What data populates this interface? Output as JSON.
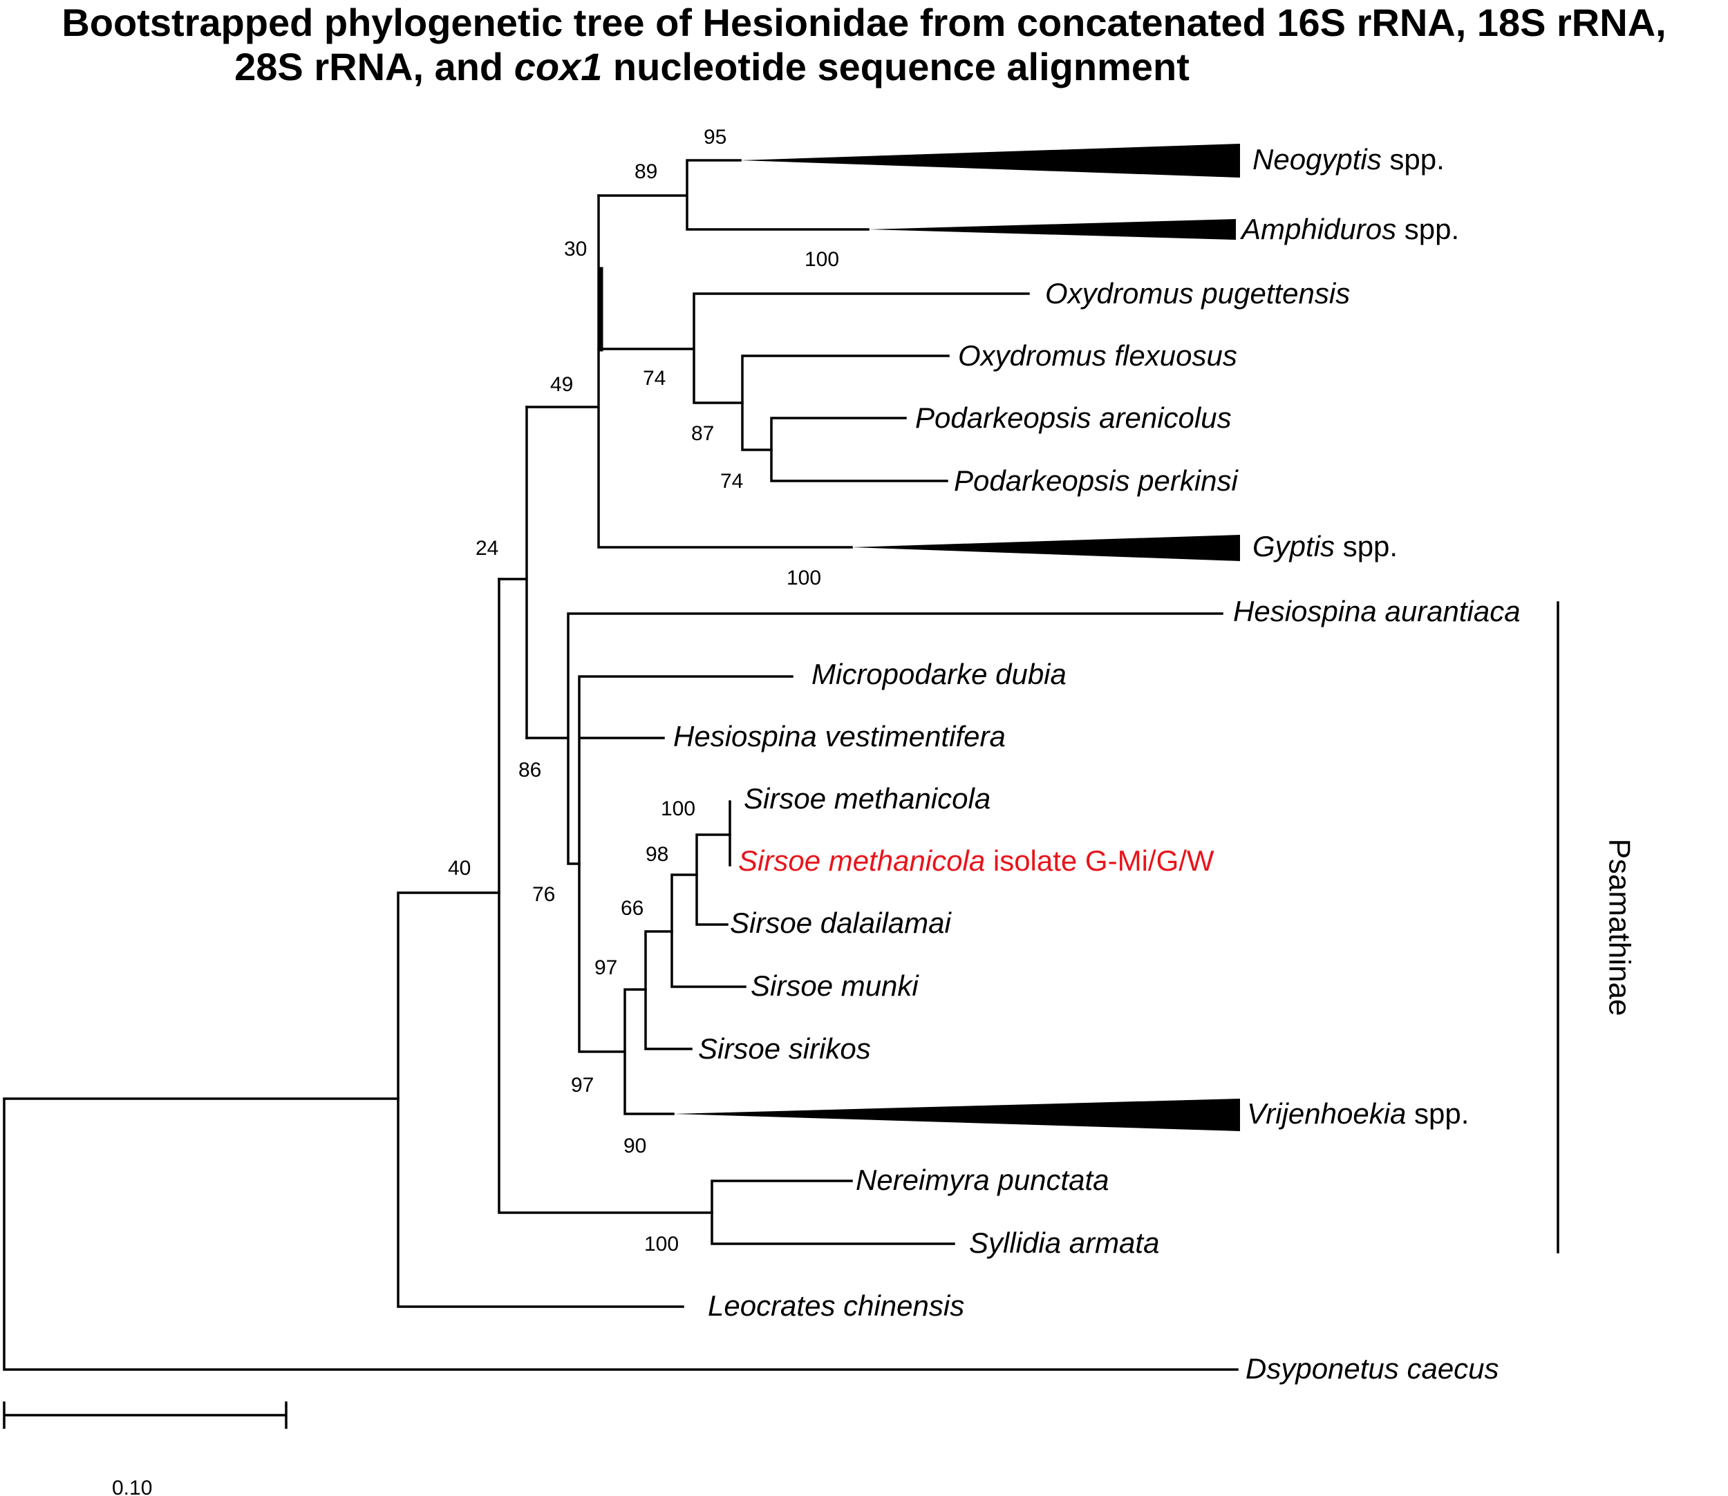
{
  "title": {
    "line1": "Bootstrapped phylogenetic tree of Hesionidae from concatenated 16S rRNA, 18S rRNA,",
    "line2_pre": "28S rRNA, and ",
    "line2_italic": "cox1",
    "line2_post": " nucleotide sequence alignment"
  },
  "taxa": {
    "neogyptis": {
      "name": "Neogyptis",
      "suffix": " spp."
    },
    "amphiduros": {
      "name": "Amphiduros",
      "suffix": " spp."
    },
    "oxy_pug": {
      "name": "Oxydromus pugettensis"
    },
    "oxy_flex": {
      "name": "Oxydromus flexuosus"
    },
    "pod_aren": {
      "name": "Podarkeopsis arenicolus"
    },
    "pod_perk": {
      "name": "Podarkeopsis perkinsi"
    },
    "gyptis": {
      "name": "Gyptis",
      "suffix": " spp."
    },
    "hes_aur": {
      "name": "Hesiospina aurantiaca"
    },
    "micro": {
      "name": "Micropodarke dubia"
    },
    "hes_vest": {
      "name": "Hesiospina vestimentifera"
    },
    "sir_meth": {
      "name": "Sirsoe methanicola"
    },
    "sir_meth_iso": {
      "name": "Sirsoe methanicola",
      "suffix": " isolate G-Mi/G/W"
    },
    "sir_dalai": {
      "name": "Sirsoe dalailamai"
    },
    "sir_munki": {
      "name": "Sirsoe munki"
    },
    "sir_siri": {
      "name": "Sirsoe sirikos"
    },
    "vrij": {
      "name": "Vrijenhoekia",
      "suffix": " spp."
    },
    "nereimyra": {
      "name": "Nereimyra punctata"
    },
    "syllidia": {
      "name": "Syllidia armata"
    },
    "leocrates": {
      "name": "Leocrates chinensis"
    },
    "dsyponetus": {
      "name": "Dsyponetus caecus"
    }
  },
  "bootstrap": {
    "b95": "95",
    "b89": "89",
    "b30": "30",
    "b100_amph": "100",
    "b74_oxy": "74",
    "b49": "49",
    "b87": "87",
    "b74_pod": "74",
    "b24": "24",
    "b100_gyp": "100",
    "b86": "86",
    "b40": "40",
    "b76": "76",
    "b100_sir": "100",
    "b98": "98",
    "b66": "66",
    "b97_a": "97",
    "b97_b": "97",
    "b90": "90",
    "b100_ner": "100"
  },
  "clade_label": "Psamathinae",
  "scale_bar": {
    "label": "0.10"
  },
  "colors": {
    "highlight": "#e8141b",
    "branch": "#000000"
  }
}
